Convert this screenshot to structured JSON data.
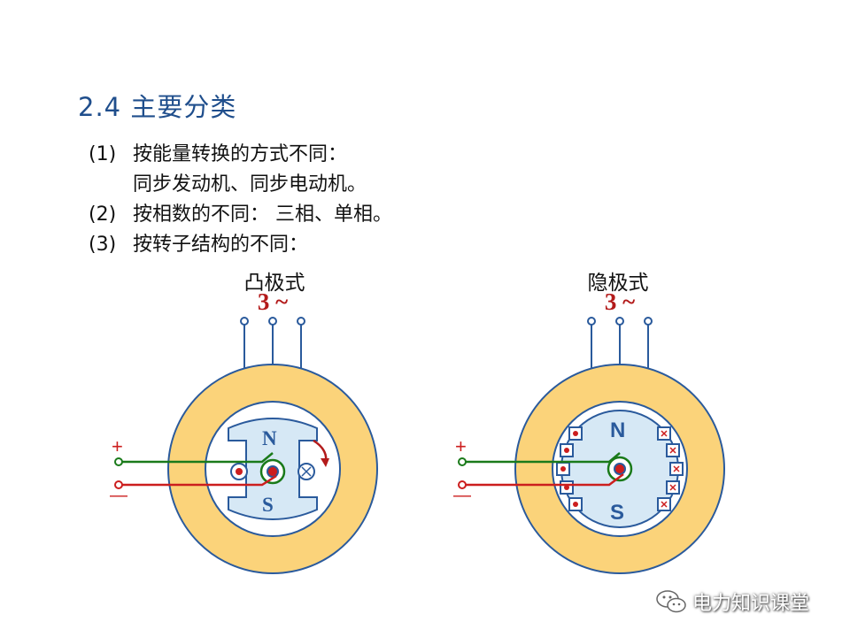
{
  "heading": "2.4  主要分类",
  "items": [
    {
      "num": "(1)",
      "text": "按能量转换的方式不同："
    },
    {
      "num": "",
      "text": "同步发动机、同步电动机。"
    },
    {
      "num": "(2)",
      "text": "按相数的不同：  三相、单相。"
    },
    {
      "num": "(3)",
      "text": "按转子结构的不同："
    }
  ],
  "diagrams": {
    "salient": {
      "title": "凸极式",
      "phase": "3 ~",
      "plus": "+",
      "minus": "—",
      "north": "N",
      "south": "S"
    },
    "cylindrical": {
      "title": "隐极式",
      "phase": "3 ~",
      "plus": "+",
      "minus": "—",
      "north": "N",
      "south": "S"
    }
  },
  "colors": {
    "heading": "#1f4e8c",
    "stator": "#fbd37a",
    "rotor_outline": "#2a5a9c",
    "wire_plus": "#1a7a1a",
    "wire_minus": "#cc1e1e",
    "phase_text": "#b31a1a"
  },
  "watermark": {
    "icon": "wechat-icon",
    "text": "电力知识课堂"
  }
}
